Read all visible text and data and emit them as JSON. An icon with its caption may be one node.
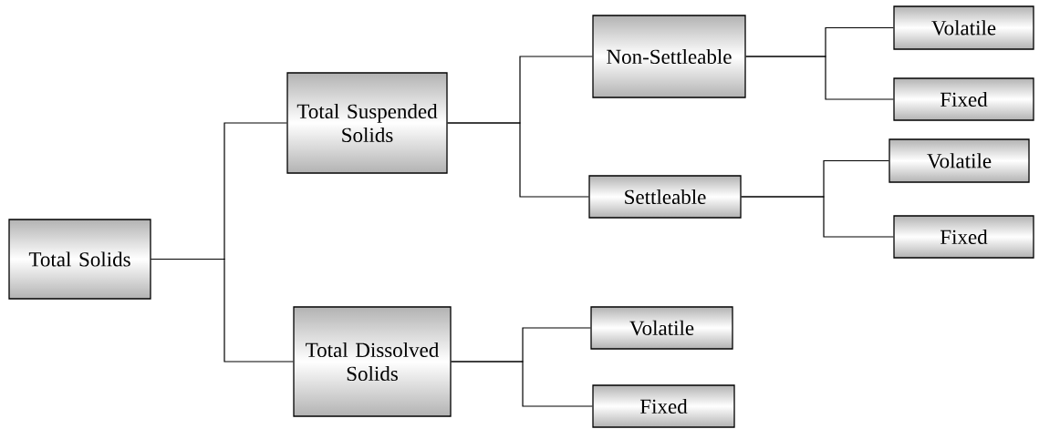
{
  "diagram": {
    "nodes": [
      {
        "text": [
          "Total Solids"
        ]
      },
      {
        "text": [
          "Total Suspended Solids"
        ]
      },
      {
        "text": [
          "Total Dissolved Solids"
        ]
      },
      {
        "text": [
          "Non-Settleable"
        ]
      },
      {
        "text": [
          "Settleable"
        ]
      },
      {
        "text": [
          "Volatile"
        ]
      },
      {
        "text": [
          "Fixed"
        ]
      },
      {
        "text": [
          "Volatile"
        ]
      },
      {
        "text": [
          "Fixed"
        ]
      },
      {
        "text": [
          "Volatile"
        ]
      },
      {
        "text": [
          "Fixed"
        ]
      }
    ],
    "edges": [
      {
        "from": 0,
        "to": 1,
        "arrow": "none"
      },
      {
        "from": 0,
        "to": 2,
        "arrow": "none"
      },
      {
        "from": 1,
        "to": 3,
        "arrow": "none"
      },
      {
        "from": 1,
        "to": 4,
        "arrow": "none"
      },
      {
        "from": 3,
        "to": 5,
        "arrow": "none"
      },
      {
        "from": 3,
        "to": 6,
        "arrow": "none"
      },
      {
        "from": 4,
        "to": 7,
        "arrow": "none"
      },
      {
        "from": 4,
        "to": 8,
        "arrow": "none"
      },
      {
        "from": 2,
        "to": 9,
        "arrow": "none"
      },
      {
        "from": 2,
        "to": 10,
        "arrow": "none"
      }
    ]
  }
}
